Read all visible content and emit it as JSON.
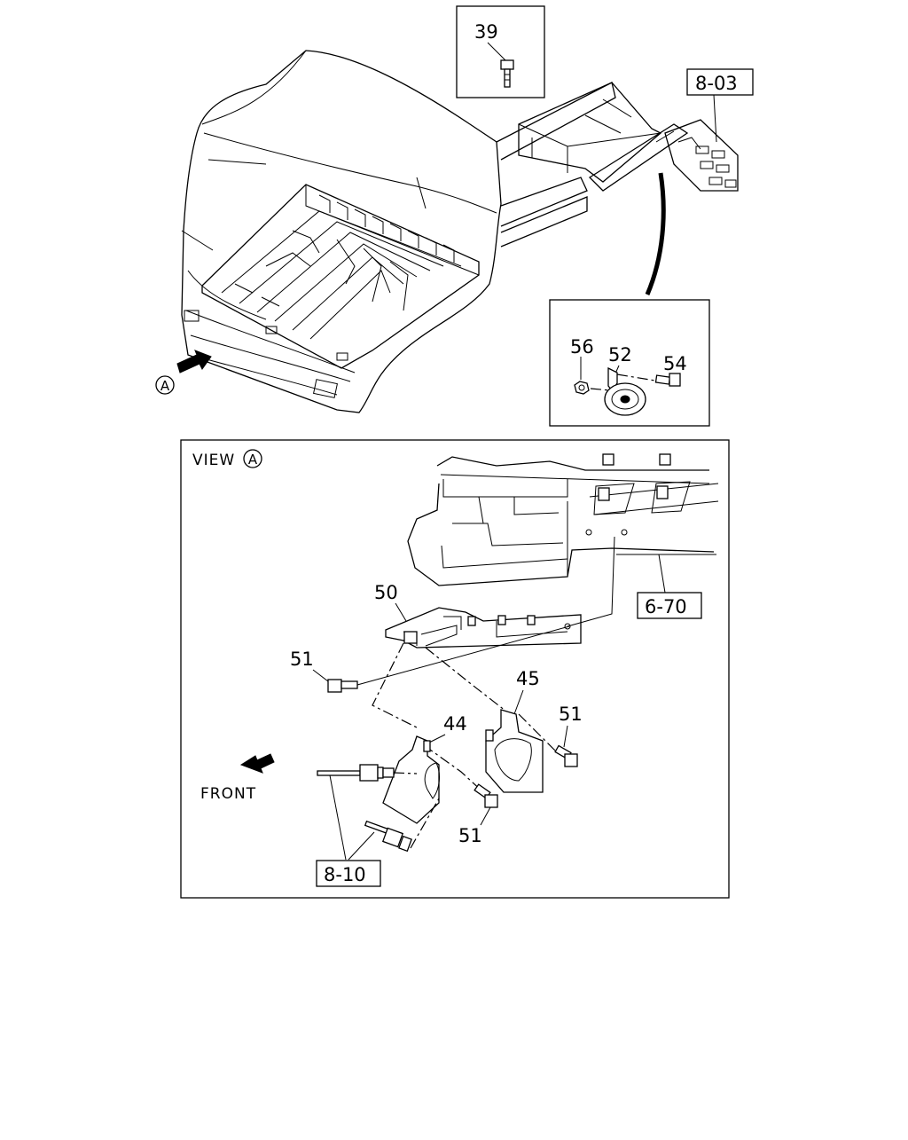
{
  "callouts": {
    "part_39": "39",
    "part_56": "56",
    "part_52": "52",
    "part_54": "54",
    "part_50": "50",
    "part_51_a": "51",
    "part_51_b": "51",
    "part_51_c": "51",
    "part_45": "45",
    "part_44": "44"
  },
  "references": {
    "ref_8_03": "8-03",
    "ref_6_70": "6-70",
    "ref_8_10": "8-10"
  },
  "labels": {
    "view_text": "VIEW",
    "view_marker": "A",
    "arrow_marker": "A",
    "front": "FRONT"
  }
}
